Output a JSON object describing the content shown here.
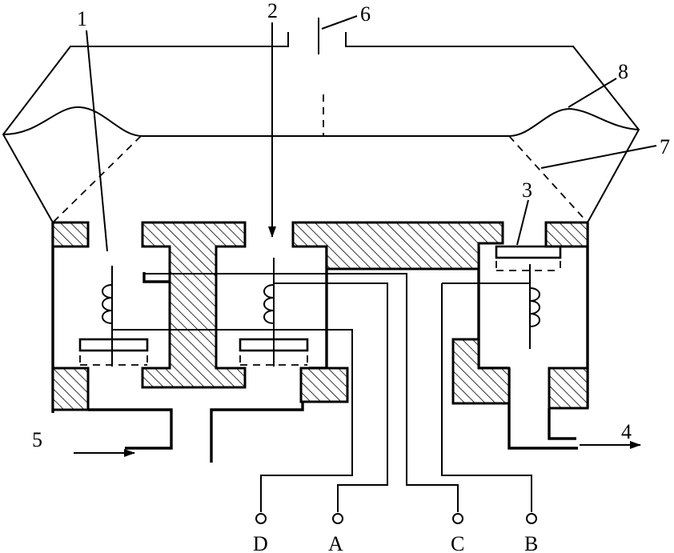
{
  "labels": {
    "n1": "1",
    "n2": "2",
    "n3": "3",
    "n4": "4",
    "n5": "5",
    "n6": "6",
    "n7": "7",
    "n8": "8"
  },
  "terminals": {
    "d": "D",
    "a": "A",
    "c": "C",
    "b": "B"
  },
  "colors": {
    "line": "#000000",
    "background": "#ffffff"
  }
}
